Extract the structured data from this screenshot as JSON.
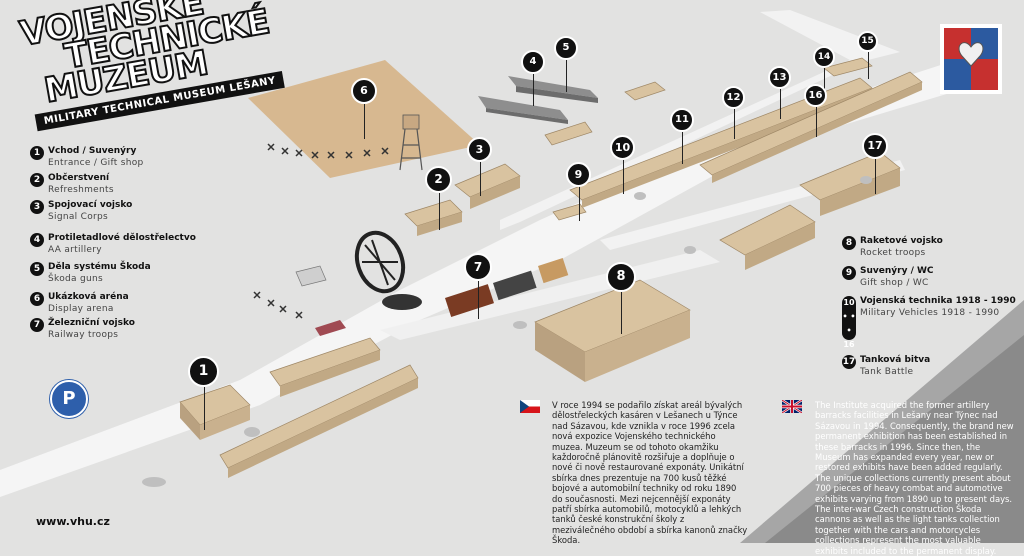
{
  "title": {
    "line1": "VOJENSKÉ",
    "line2": "TECHNICKÉ",
    "line3": "MUZEUM",
    "subtitle": "MILITARY TECHNICAL MUSEUM LEŠANY"
  },
  "legend_left": [
    {
      "num": "1",
      "cz": "Vchod / Suvenýry",
      "en": "Entrance / Gift shop"
    },
    {
      "num": "2",
      "cz": "Občerstvení",
      "en": "Refreshments"
    },
    {
      "num": "3",
      "cz": "Spojovací vojsko",
      "en": "Signal Corps"
    },
    {
      "num": "4",
      "cz": "Protiletadlové dělostřelectvo",
      "en": "AA artillery"
    },
    {
      "num": "5",
      "cz": "Děla systému Škoda",
      "en": "Škoda guns"
    },
    {
      "num": "6",
      "cz": "Ukázková aréna",
      "en": "Display arena"
    },
    {
      "num": "7",
      "cz": "Železniční vojsko",
      "en": "Railway troops"
    }
  ],
  "legend_right": [
    {
      "num": "8",
      "cz": "Raketové vojsko",
      "en": "Rocket troops"
    },
    {
      "num": "9",
      "cz": "Suvenýry / WC",
      "en": "Gift shop / WC"
    },
    {
      "num": "10 • • • 16",
      "cz": "Vojenská technika 1918 - 1990",
      "en": "Military Vehicles 1918 - 1990"
    },
    {
      "num": "17",
      "cz": "Tanková bitva",
      "en": "Tank Battle"
    }
  ],
  "map_pins": [
    "1",
    "2",
    "3",
    "4",
    "5",
    "6",
    "7",
    "8",
    "9",
    "10",
    "11",
    "12",
    "13",
    "14",
    "15",
    "16",
    "17"
  ],
  "parking_label": "P",
  "text_cz": "V roce 1994 se podařilo získat areál bývalých dělostřeleckých kasáren v Lešanech u Týnce nad Sázavou, kde vznikla v roce 1996 zcela nová expozice Vojenského technického muzea. Muzeum se od tohoto okamžiku každoročně plánovitě rozšiřuje a doplňuje o nové či nově restaurované exponáty. Unikátní sbírka dnes prezentuje na 700 kusů těžké bojové a automobilní techniky od roku 1890 do současnosti. Mezi nejcennější exponáty patří sbírka automobilů, motocyklů a lehkých tanků české konstrukční školy z meziválečného období a sbírka kanonů značky Škoda.",
  "text_en": "The Institute acquired the former artillery barracks facilities in Lešany near Týnec nad Sázavou in 1994. Consequently, the brand new permanent exhibition has been established in these barracks in 1996. Since then, the Museum has expanded every year, new or restored exhibits have been added regularly. The unique collections currently present about 700 pieces of heavy combat and automotive exhibits varying from 1890 up to present days. The inter-war Czech construction Škoda cannons as well as the light tanks collection together with the cars and motorcycles collections represent the most valuable exhibits included to the permanent display.",
  "website": "www.vhu.cz",
  "colors": {
    "building": "#d9c3a0",
    "building_dark": "#b9a180",
    "road": "#f4f4f4",
    "ground": "#e2e2e1",
    "sand": "#d8b98f",
    "dark_band": "#8f8f8f",
    "pin": "#111111"
  }
}
